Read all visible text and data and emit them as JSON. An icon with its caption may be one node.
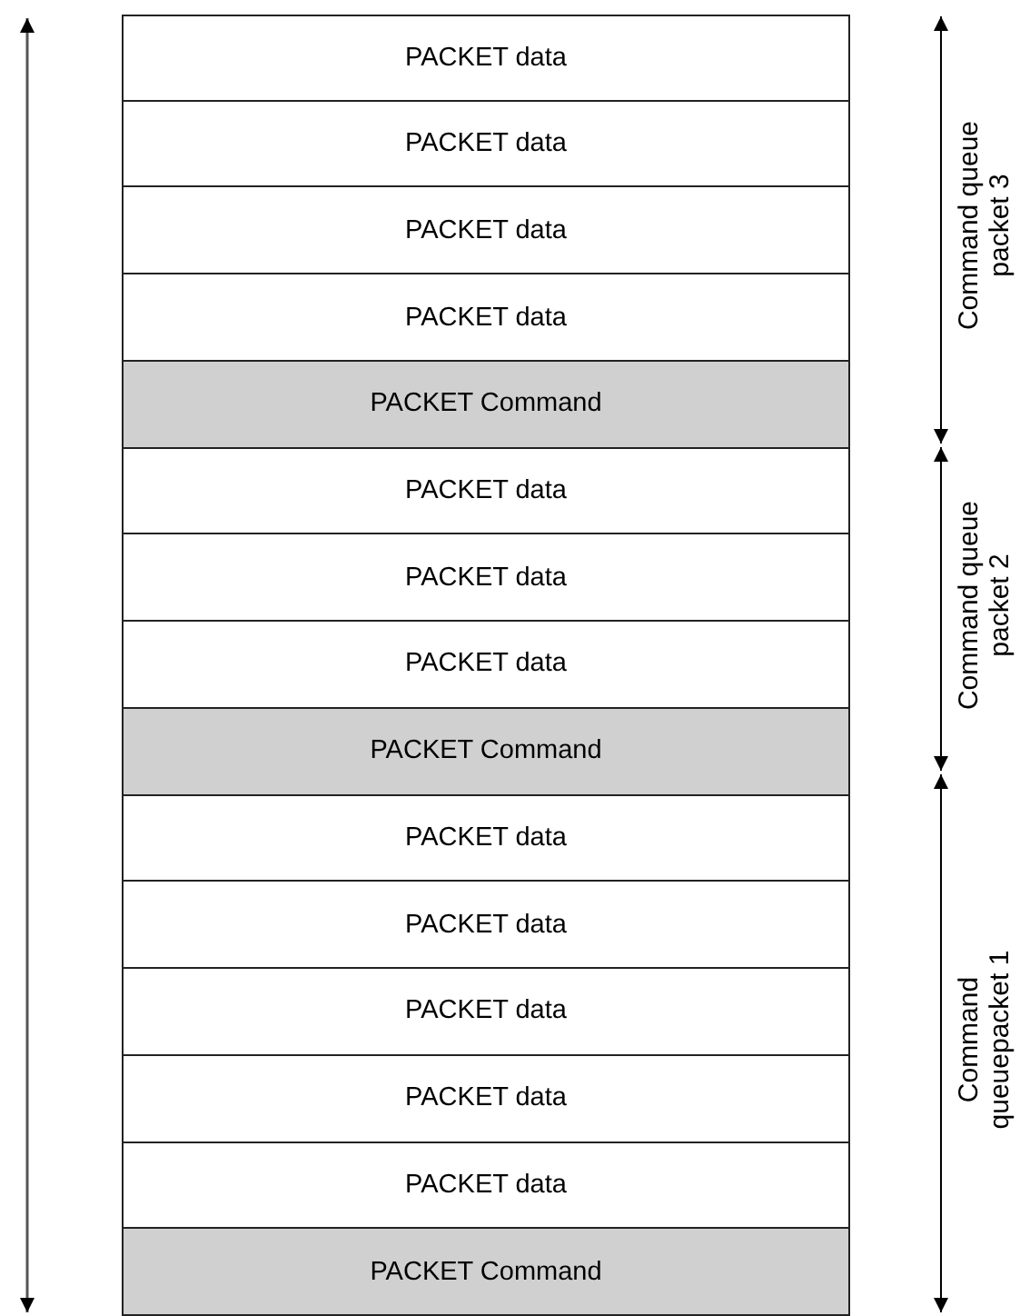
{
  "diagram": {
    "nodes": [
      {
        "text": [
          "PACKET data"
        ]
      },
      {
        "text": [
          "PACKET data"
        ]
      },
      {
        "text": [
          "PACKET data"
        ]
      },
      {
        "text": [
          "PACKET data"
        ]
      },
      {
        "text": [
          "PACKET Command"
        ]
      },
      {
        "text": [
          "PACKET data"
        ]
      },
      {
        "text": [
          "PACKET data"
        ]
      },
      {
        "text": [
          "PACKET data"
        ]
      },
      {
        "text": [
          "PACKET Command"
        ]
      },
      {
        "text": [
          "PACKET data"
        ]
      },
      {
        "text": [
          "PACKET data"
        ]
      },
      {
        "text": [
          "PACKET data"
        ]
      },
      {
        "text": [
          "PACKET data"
        ]
      },
      {
        "text": [
          "PACKET data"
        ]
      },
      {
        "text": [
          "PACKET Command"
        ]
      }
    ],
    "labels": [
      "Command queue packet 3",
      "Command queue packet 2",
      "Command queuepacket 1"
    ]
  }
}
